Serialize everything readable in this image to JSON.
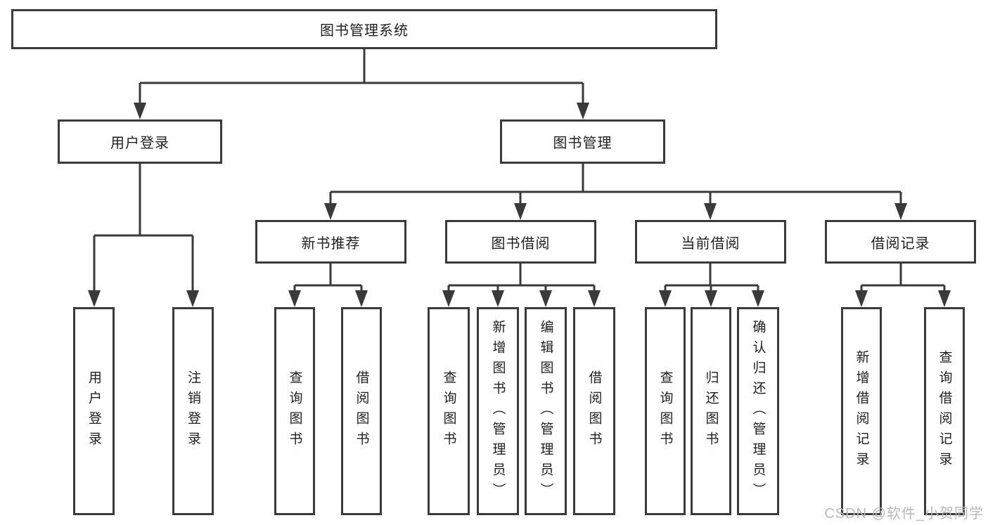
{
  "nodes": {
    "root": "图书管理系统",
    "user_login": {
      "label": "用户登录",
      "children": [
        "用户登录",
        "注销登录"
      ]
    },
    "book_mgmt": {
      "label": "图书管理"
    },
    "new_book": {
      "label": "新书推荐",
      "children": [
        "查询图书",
        "借阅图书"
      ]
    },
    "borrow": {
      "label": "图书借阅",
      "children": [
        "查询图书",
        "新增图书（管理员）",
        "编辑图书（管理员）",
        "借阅图书"
      ]
    },
    "current": {
      "label": "当前借阅",
      "children": [
        "查询图书",
        "归还图书",
        "确认归还（管理员）"
      ]
    },
    "records": {
      "label": "借阅记录",
      "children": [
        "新增借阅记录",
        "查询借阅记录"
      ]
    }
  },
  "watermark": "CSDN @软件_小贺同学",
  "colors": {
    "line": "#3a3a3a",
    "text": "#1f1f1f",
    "watermark": "#b9b9b9",
    "background": "#ffffff"
  }
}
